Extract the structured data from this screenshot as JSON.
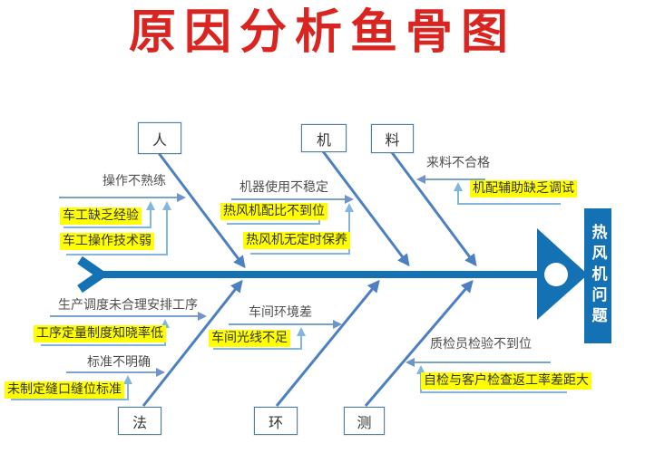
{
  "title": "原因分析鱼骨图",
  "effect": {
    "label": "热风机问题"
  },
  "colors": {
    "title": "#d9241f",
    "spine": "#1472b4",
    "bone": "#4d80c0",
    "cause_line": "#6f94c8",
    "connector_line": "#82b6de",
    "highlight": "#ffff00",
    "box_border": "#527f9b"
  },
  "branches": {
    "man": {
      "category": "人",
      "main1": "操作不熟练",
      "sub1": "车工缺乏经验",
      "sub2": "车工操作技术弱"
    },
    "machine": {
      "category": "机",
      "main1": "机器使用不稳定",
      "sub1": "热风机配比不到位",
      "sub2": "热风机无定时保养"
    },
    "material": {
      "category": "料",
      "main1": "来料不合格",
      "sub1": "机配辅助缺乏调试"
    },
    "method": {
      "category": "法",
      "main1": "生产调度未合理安排工序",
      "sub1": "工序定量制度知晓率低",
      "main2": "标准不明确",
      "sub2": "未制定缝口缝位标准"
    },
    "environment": {
      "category": "环",
      "main1": "车间环境差",
      "sub1": "车间光线不足"
    },
    "measurement": {
      "category": "测",
      "main1": "质检员检验不到位",
      "sub1": "自检与客户检查返工率差距大"
    }
  }
}
